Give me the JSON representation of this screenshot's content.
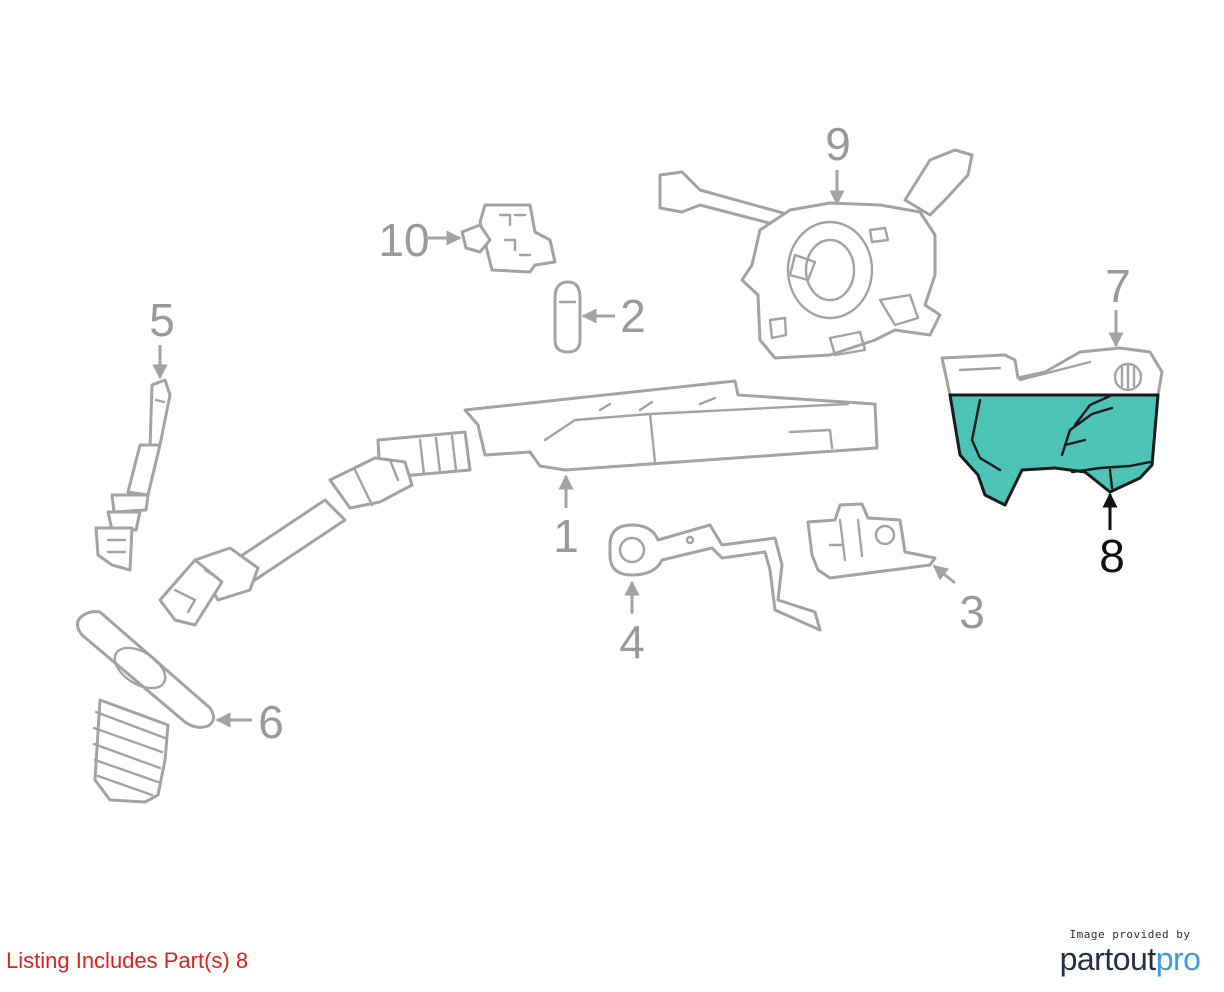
{
  "callouts": [
    {
      "label": "1"
    },
    {
      "label": "2"
    },
    {
      "label": "3"
    },
    {
      "label": "4"
    },
    {
      "label": "5"
    },
    {
      "label": "6"
    },
    {
      "label": "7"
    },
    {
      "label": "8",
      "highlighted": true
    },
    {
      "label": "9"
    },
    {
      "label": "10"
    }
  ],
  "listing_note": "Listing Includes Part(s) 8",
  "provider": {
    "caption": "Image provided by",
    "logo_part1": "partout",
    "logo_part2": "pro"
  },
  "colors": {
    "highlight_fill": "#4cc3b5",
    "part_stroke": "#a3a3a3",
    "callout_gray": "#9a9a9a",
    "listing_red": "#e0201b",
    "logo_navy": "#233048",
    "logo_blue": "#3aa0d8"
  }
}
